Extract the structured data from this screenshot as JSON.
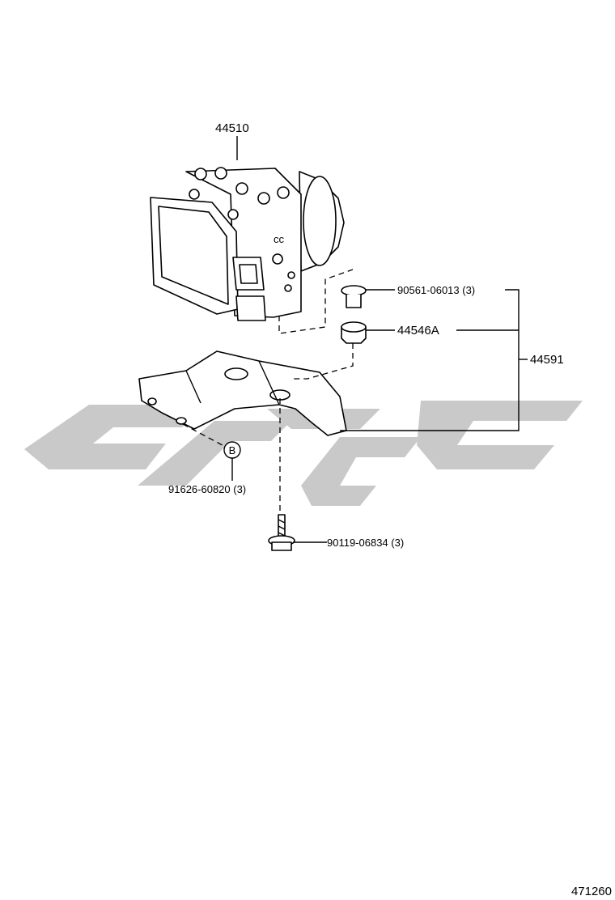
{
  "diagram": {
    "callouts": {
      "actuator": "44510",
      "union_bolt": "90561-06013 (3)",
      "grommet": "44546A",
      "bracket_assy": "44591",
      "mount_bolt": "91626-60820 (3)",
      "flange_bolt": "90119-06834 (3)"
    },
    "circle_marker": "B",
    "illustration_number": "471260"
  },
  "colors": {
    "line": "#000000",
    "watermark": "#c9c9c9",
    "background": "#ffffff"
  }
}
